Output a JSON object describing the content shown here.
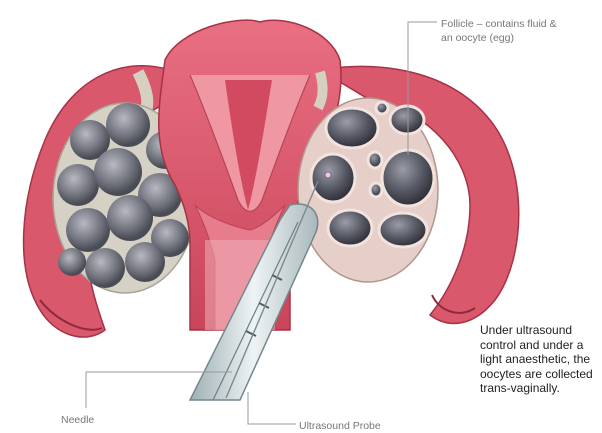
{
  "labels": {
    "follicle_line1": "Follicle – contains fluid &",
    "follicle_line2": "an oocyte (egg)",
    "needle": "Needle",
    "probe": "Ultrasound Probe"
  },
  "caption": {
    "line1": "Under ultrasound",
    "line2": "control and under a",
    "line3": "light anaesthetic, the",
    "line4": "oocytes are collected",
    "line5": "trans-vaginally."
  },
  "colors": {
    "tissue": "#d9586b",
    "tissue_light": "#ef98a4",
    "ovary": "#d8d3c7",
    "follicle_dark": "#5c5f6b",
    "probe": "#cfd8da",
    "leader": "#9a9a9a"
  }
}
